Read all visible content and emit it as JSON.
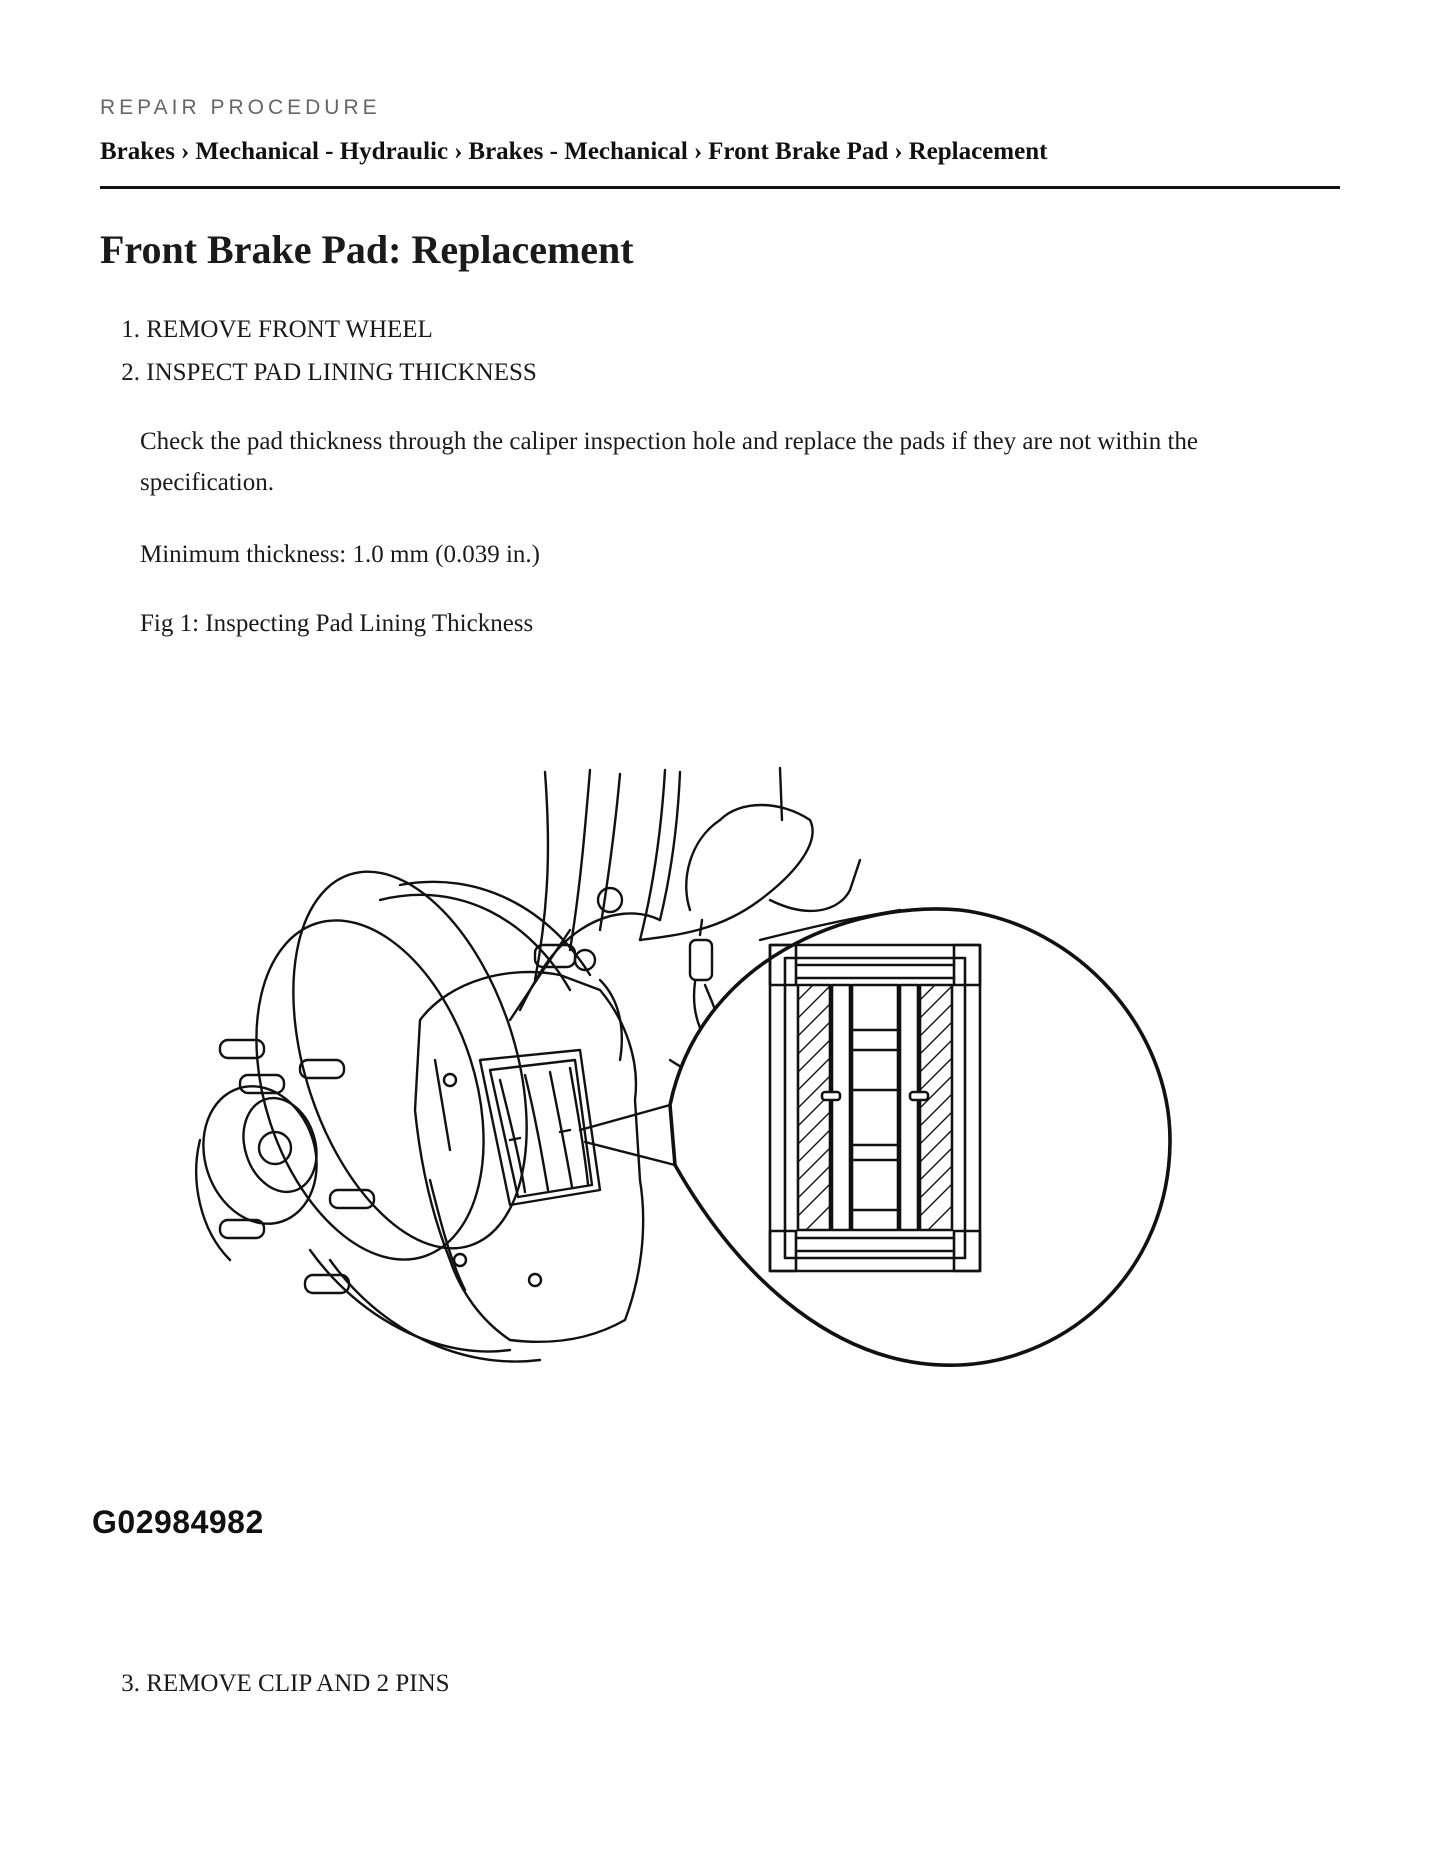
{
  "header": {
    "kicker": "REPAIR PROCEDURE",
    "breadcrumb": [
      "Brakes",
      "Mechanical - Hydraulic",
      "Brakes - Mechanical",
      "Front Brake Pad",
      "Replacement"
    ],
    "separator": "›"
  },
  "title": "Front Brake Pad: Replacement",
  "steps": [
    {
      "num": "1.",
      "text": "REMOVE FRONT WHEEL"
    },
    {
      "num": "2.",
      "text": "INSPECT PAD LINING THICKNESS"
    },
    {
      "num": "3.",
      "text": "REMOVE CLIP AND 2 PINS"
    }
  ],
  "step2": {
    "description": "Check the pad thickness through the caliper inspection hole and replace the pads if they are not within the specification.",
    "spec": "Minimum thickness: 1.0 mm (0.039 in.)",
    "figure_caption": "Fig 1: Inspecting Pad Lining Thickness"
  },
  "figure": {
    "id": "G02984982"
  }
}
